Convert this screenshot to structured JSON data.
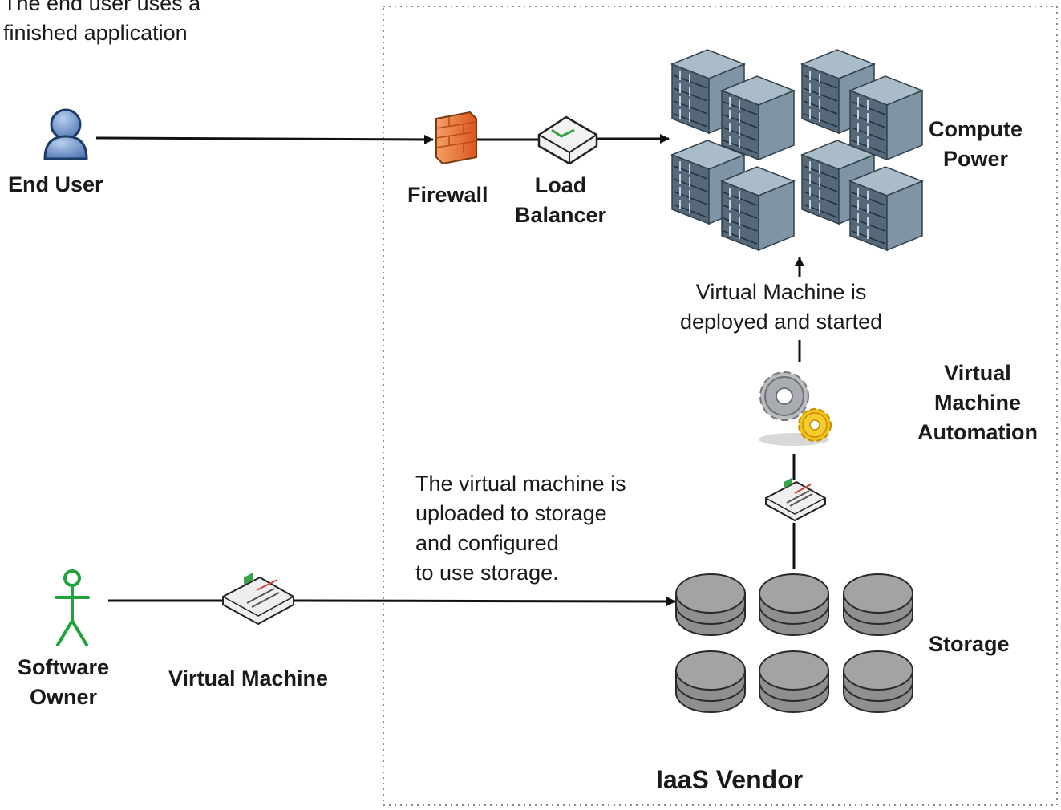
{
  "top_note": "The end user uses a\nfinished application",
  "actors": {
    "end_user": "End User",
    "software_owner": "Software\nOwner"
  },
  "network": {
    "firewall": "Firewall",
    "load_balancer": "Load\nBalancer"
  },
  "compute": {
    "label": "Compute\nPower",
    "note": "Virtual Machine is\ndeployed and started"
  },
  "automation": {
    "label": "Virtual\nMachine\nAutomation"
  },
  "storage": {
    "label": "Storage",
    "note": "The virtual machine is\nuploaded to storage\nand configured\nto use storage."
  },
  "vm_label": "Virtual Machine",
  "vendor_label": "IaaS Vendor",
  "colors": {
    "user_blue": "#6e93c9",
    "owner_green": "#1fa33a",
    "firewall_orange": "#e8743b",
    "server_steel": "#6d8596",
    "disk_gray": "#9a9a9a",
    "gear_yellow": "#f2c21a"
  }
}
